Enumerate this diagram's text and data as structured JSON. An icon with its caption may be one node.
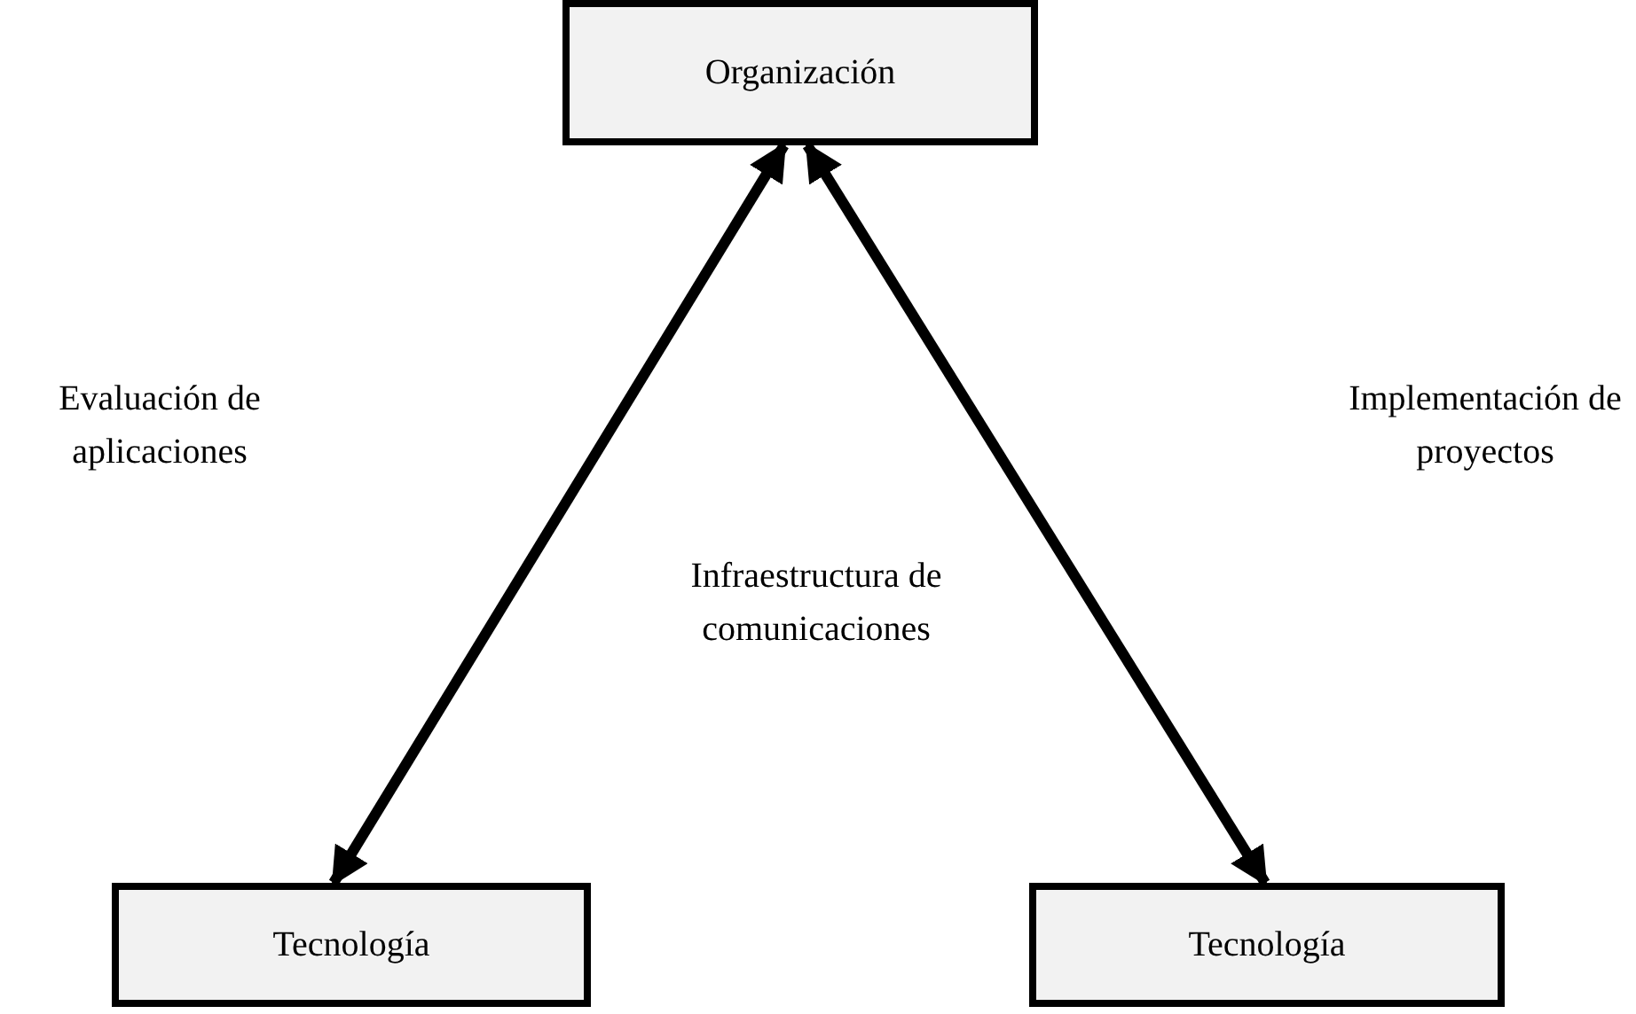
{
  "diagram": {
    "nodes": [
      {
        "text": [
          "Organización"
        ]
      },
      {
        "text": [
          "Tecnología"
        ]
      },
      {
        "text": [
          "Tecnología"
        ]
      }
    ],
    "edges": [
      {
        "from": 1,
        "to": 0,
        "arrow": "both"
      },
      {
        "from": 0,
        "to": 2,
        "arrow": "both"
      }
    ],
    "labels": [
      "Evaluación de aplicaciones",
      "Implementación de proyectos",
      "Infraestructura de comunicaciones"
    ]
  }
}
